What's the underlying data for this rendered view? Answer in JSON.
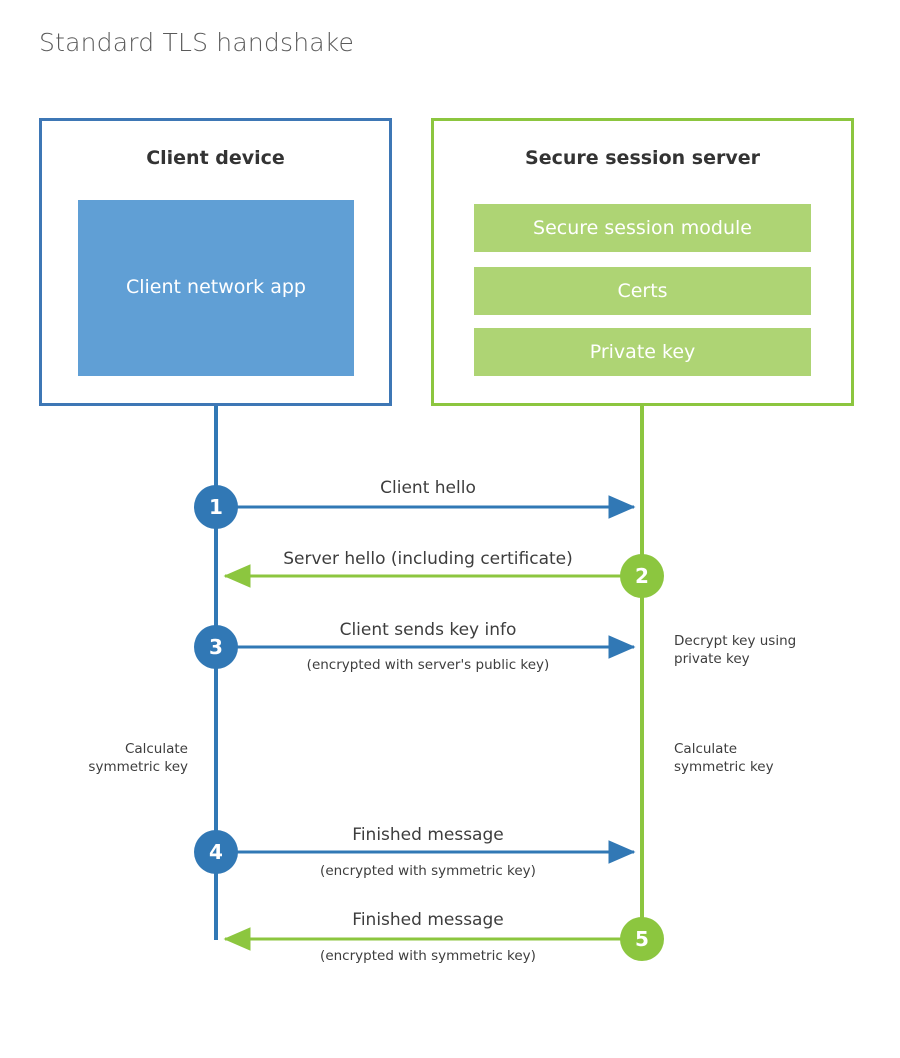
{
  "title": "Standard TLS handshake",
  "parties": {
    "client": {
      "name": "Client device",
      "block": "Client network app"
    },
    "server": {
      "name": "Secure session server",
      "blocks": [
        "Secure session module",
        "Certs",
        "Private key"
      ]
    }
  },
  "steps": [
    {
      "number": "1",
      "label": "Client hello",
      "sublabel": "",
      "direction": "client-to-server",
      "color": "#3178b5"
    },
    {
      "number": "2",
      "label": "Server hello (including certificate)",
      "sublabel": "",
      "direction": "server-to-client",
      "color": "#8cc63f"
    },
    {
      "number": "3",
      "label": "Client sends key info",
      "sublabel": "(encrypted with server's public key)",
      "direction": "client-to-server",
      "color": "#3178b5"
    },
    {
      "number": "4",
      "label": "Finished message",
      "sublabel": "(encrypted with symmetric key)",
      "direction": "client-to-server",
      "color": "#3178b5"
    },
    {
      "number": "5",
      "label": "Finished message",
      "sublabel": "(encrypted with symmetric key)",
      "direction": "server-to-client",
      "color": "#8cc63f"
    }
  ],
  "annotations": {
    "server_decrypt": "Decrypt key using\nprivate key",
    "client_calculate": "Calculate\nsymmetric key",
    "server_calculate": "Calculate\nsymmetric key"
  },
  "colors": {
    "client_border": "#3e77b5",
    "client_fill": "#609fd5",
    "server_border": "#8cc63f",
    "server_fill": "#aed474",
    "client_line": "#3178b5",
    "server_line": "#8cc63f",
    "title_text": "#5a5a5a",
    "body_text": "#3d3d3d",
    "background": "#ffffff"
  }
}
